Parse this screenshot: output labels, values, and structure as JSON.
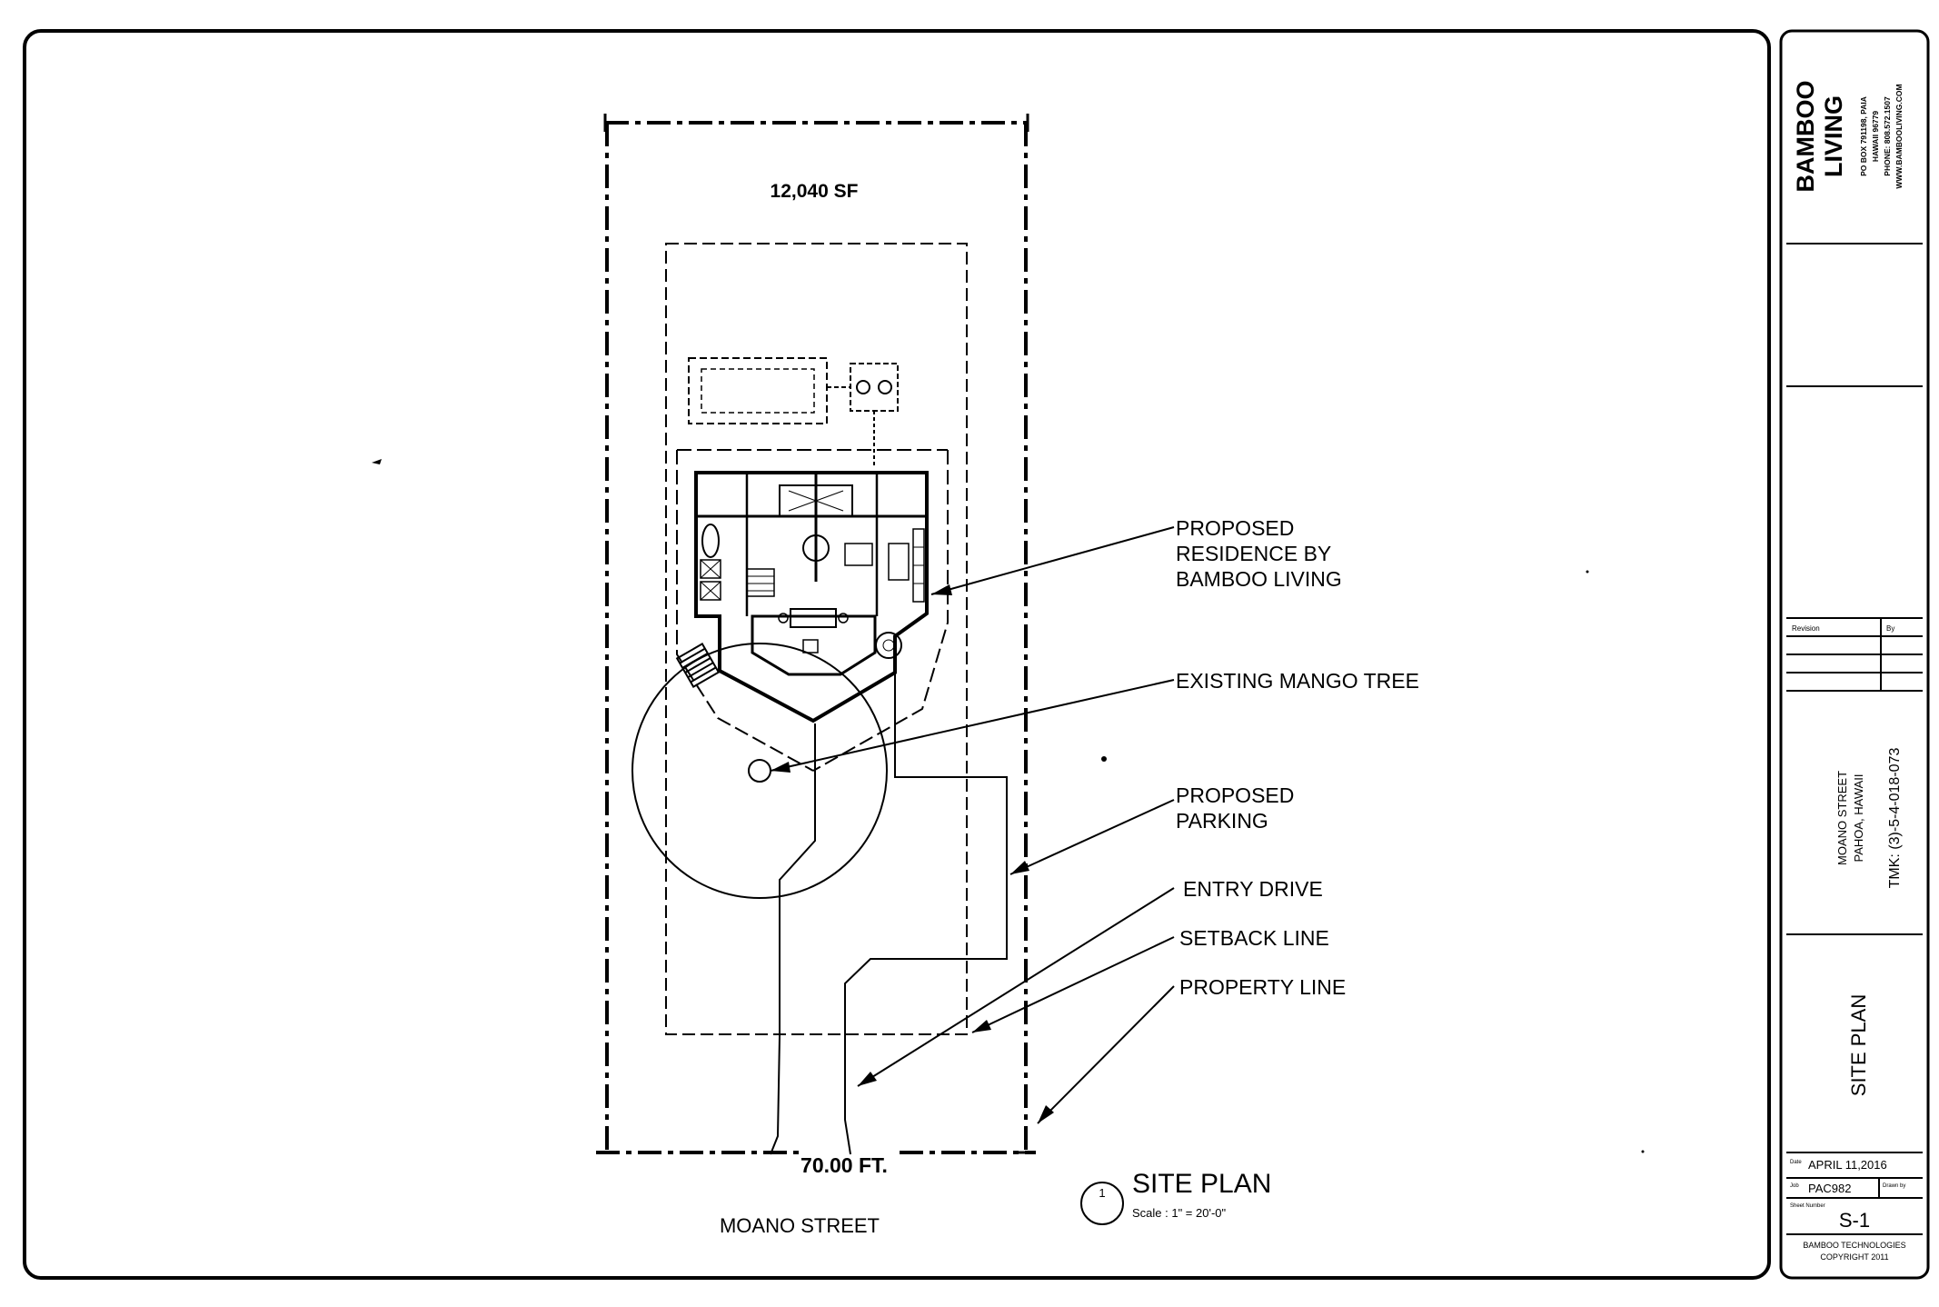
{
  "plan": {
    "area_label": "12,040 SF",
    "frontage_label": "70.00 FT.",
    "street_label": "MOANO STREET",
    "callouts": {
      "residence": [
        "PROPOSED",
        "RESIDENCE BY",
        "BAMBOO LIVING"
      ],
      "tree": "EXISTING MANGO TREE",
      "parking": [
        "PROPOSED",
        "PARKING"
      ],
      "drive": "ENTRY DRIVE",
      "setback": "SETBACK LINE",
      "property": "PROPERTY LINE"
    },
    "view_title": {
      "number": "1",
      "title": "SITE PLAN",
      "scale": "Scale : 1\" = 20'-0\""
    }
  },
  "title_block": {
    "company_line1": "BAMBOO",
    "company_line2": "LIVING",
    "contact_lines": [
      "PO BOX 791198, PAIA",
      "HAWAII 96779",
      "PHONE: 808.572.1507",
      "WWW.BAMBOOLIVING.COM"
    ],
    "revision_header": "Revision",
    "revision_by_header": "By",
    "project_lines": [
      "MOANO STREET",
      "PAHOA, HAWAII",
      "TMK: (3)-5-4-018-073"
    ],
    "sheet_title": "SITE PLAN",
    "date_label": "Date",
    "date_value": "APRIL 11,2016",
    "job_label": "Job",
    "job_value": "PAC982",
    "drawn_label": "Drawn by",
    "drawn_value": "",
    "sheet_label": "Sheet Number",
    "sheet_value": "S-1",
    "copyright_line1": "BAMBOO TECHNOLOGIES",
    "copyright_line2": "COPYRIGHT 2011"
  }
}
